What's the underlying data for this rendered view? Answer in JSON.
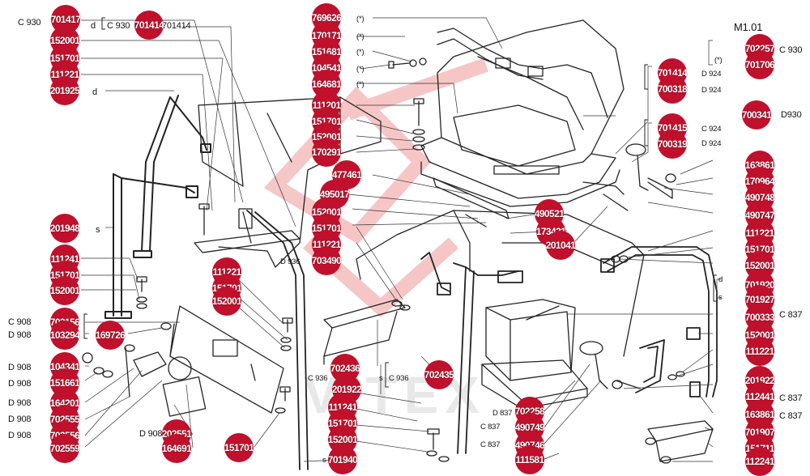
{
  "header_code": "M1.01",
  "watermark": "VITEX",
  "colors": {
    "badge": "#c0102c",
    "watermark": "#f3b4b4",
    "line": "#222222"
  },
  "labels": [
    {
      "id": "c930-tl",
      "text": "C 930"
    },
    {
      "id": "d-tl",
      "text": "d"
    },
    {
      "id": "c930-mid",
      "text": "C 930"
    },
    {
      "id": "num-701414-top",
      "text": "701414"
    },
    {
      "id": "s-left",
      "text": "s"
    },
    {
      "id": "d-left",
      "text": "d"
    },
    {
      "id": "c908-1",
      "text": "C 908"
    },
    {
      "id": "d908-1",
      "text": "D 908"
    },
    {
      "id": "d908-2",
      "text": "D 908"
    },
    {
      "id": "d908-3",
      "text": "D 908"
    },
    {
      "id": "d908-4",
      "text": "D 908"
    },
    {
      "id": "d908-5",
      "text": "D 908"
    },
    {
      "id": "d908-6",
      "text": "D 908"
    },
    {
      "id": "d908-7",
      "text": "D 908"
    },
    {
      "id": "d936",
      "text": "D 936"
    },
    {
      "id": "c936",
      "text": "C 936"
    },
    {
      "id": "s-c936",
      "text": "s"
    },
    {
      "id": "c936-b",
      "text": "C 936"
    },
    {
      "id": "d837-1",
      "text": "D 837"
    },
    {
      "id": "c837-1",
      "text": "C 837"
    },
    {
      "id": "c837-2",
      "text": "C 837"
    },
    {
      "id": "s-bottom",
      "text": "s"
    },
    {
      "id": "c930-r",
      "text": "C 930"
    },
    {
      "id": "star-r",
      "text": "(*)"
    },
    {
      "id": "d924-1",
      "text": "D 924"
    },
    {
      "id": "d924-2",
      "text": "D 924"
    },
    {
      "id": "d930",
      "text": "D930"
    },
    {
      "id": "c924",
      "text": "C 924"
    },
    {
      "id": "d924-3",
      "text": "D 924"
    },
    {
      "id": "star1",
      "text": "(*)"
    },
    {
      "id": "star2",
      "text": "(*)"
    },
    {
      "id": "star3",
      "text": "(*)"
    },
    {
      "id": "star4",
      "text": "(*)"
    },
    {
      "id": "star5",
      "text": "(*)"
    },
    {
      "id": "d-right",
      "text": "d"
    },
    {
      "id": "s-right",
      "text": "s"
    },
    {
      "id": "c837-r1",
      "text": "C 837"
    },
    {
      "id": "c837-r2",
      "text": "C 837"
    },
    {
      "id": "c837-r3",
      "text": "C 837"
    }
  ],
  "badges": [
    {
      "id": "701417",
      "text": "701417"
    },
    {
      "id": "701414",
      "text": "701414"
    },
    {
      "id": "152001-a",
      "text": "152001"
    },
    {
      "id": "151701-a",
      "text": "151701"
    },
    {
      "id": "111221-a",
      "text": "111221"
    },
    {
      "id": "201925",
      "text": "201925"
    },
    {
      "id": "201948",
      "text": "201948"
    },
    {
      "id": "111241",
      "text": "111241"
    },
    {
      "id": "151701-b",
      "text": "151701"
    },
    {
      "id": "152001-b",
      "text": "152001"
    },
    {
      "id": "702156",
      "text": "702156"
    },
    {
      "id": "103294",
      "text": "103294"
    },
    {
      "id": "169726",
      "text": "169726"
    },
    {
      "id": "104341",
      "text": "104341"
    },
    {
      "id": "151661",
      "text": "151661"
    },
    {
      "id": "164201",
      "text": "164201"
    },
    {
      "id": "702555",
      "text": "702555"
    },
    {
      "id": "702556",
      "text": "702556"
    },
    {
      "id": "702559",
      "text": "702559"
    },
    {
      "id": "202551",
      "text": "202551"
    },
    {
      "id": "164691",
      "text": "164691"
    },
    {
      "id": "151701-c",
      "text": "151701"
    },
    {
      "id": "111221-b",
      "text": "111221"
    },
    {
      "id": "151701-d",
      "text": "151701"
    },
    {
      "id": "152001-c",
      "text": "152001"
    },
    {
      "id": "769626",
      "text": "769626"
    },
    {
      "id": "170171",
      "text": "170171"
    },
    {
      "id": "151681",
      "text": "151681"
    },
    {
      "id": "104541",
      "text": "104541"
    },
    {
      "id": "164681",
      "text": "164681"
    },
    {
      "id": "111201",
      "text": "111201"
    },
    {
      "id": "151701-e",
      "text": "151701"
    },
    {
      "id": "152001-d",
      "text": "152001"
    },
    {
      "id": "170291",
      "text": "170291"
    },
    {
      "id": "477461",
      "text": "477461"
    },
    {
      "id": "495017",
      "text": "495017"
    },
    {
      "id": "152001-e",
      "text": "152001"
    },
    {
      "id": "151701-f",
      "text": "151701"
    },
    {
      "id": "111221-c",
      "text": "111221"
    },
    {
      "id": "703490",
      "text": "703490"
    },
    {
      "id": "490521",
      "text": "490521"
    },
    {
      "id": "173421",
      "text": "173421"
    },
    {
      "id": "201041",
      "text": "201041"
    },
    {
      "id": "702436",
      "text": "702436"
    },
    {
      "id": "201922",
      "text": "201922"
    },
    {
      "id": "702435",
      "text": "702435"
    },
    {
      "id": "111241-b",
      "text": "111241"
    },
    {
      "id": "151701-g",
      "text": "151701"
    },
    {
      "id": "152001-f",
      "text": "152001"
    },
    {
      "id": "701940",
      "text": "701940"
    },
    {
      "id": "702258",
      "text": "702258"
    },
    {
      "id": "490749",
      "text": "490749"
    },
    {
      "id": "490746",
      "text": "490746"
    },
    {
      "id": "111581",
      "text": "111581"
    },
    {
      "id": "702257",
      "text": "702257"
    },
    {
      "id": "701706",
      "text": "701706"
    },
    {
      "id": "701414-r",
      "text": "701414"
    },
    {
      "id": "700318",
      "text": "700318"
    },
    {
      "id": "700341",
      "text": "700341"
    },
    {
      "id": "701415",
      "text": "701415"
    },
    {
      "id": "700319",
      "text": "700319"
    },
    {
      "id": "163861",
      "text": "163861"
    },
    {
      "id": "170964",
      "text": "170964"
    },
    {
      "id": "490748",
      "text": "490748"
    },
    {
      "id": "490747",
      "text": "490747"
    },
    {
      "id": "111221-d",
      "text": "111221"
    },
    {
      "id": "151701-h",
      "text": "151701"
    },
    {
      "id": "152001-g",
      "text": "152001"
    },
    {
      "id": "701920",
      "text": "701920"
    },
    {
      "id": "701927",
      "text": "701927"
    },
    {
      "id": "700333",
      "text": "700333"
    },
    {
      "id": "152001-h",
      "text": "152001"
    },
    {
      "id": "111221-e",
      "text": "111221"
    },
    {
      "id": "201922-r",
      "text": "201922"
    },
    {
      "id": "112441",
      "text": "112441"
    },
    {
      "id": "163861-b",
      "text": "163861"
    },
    {
      "id": "701907",
      "text": "701907"
    },
    {
      "id": "151711",
      "text": "151711"
    },
    {
      "id": "112241",
      "text": "112241"
    }
  ]
}
